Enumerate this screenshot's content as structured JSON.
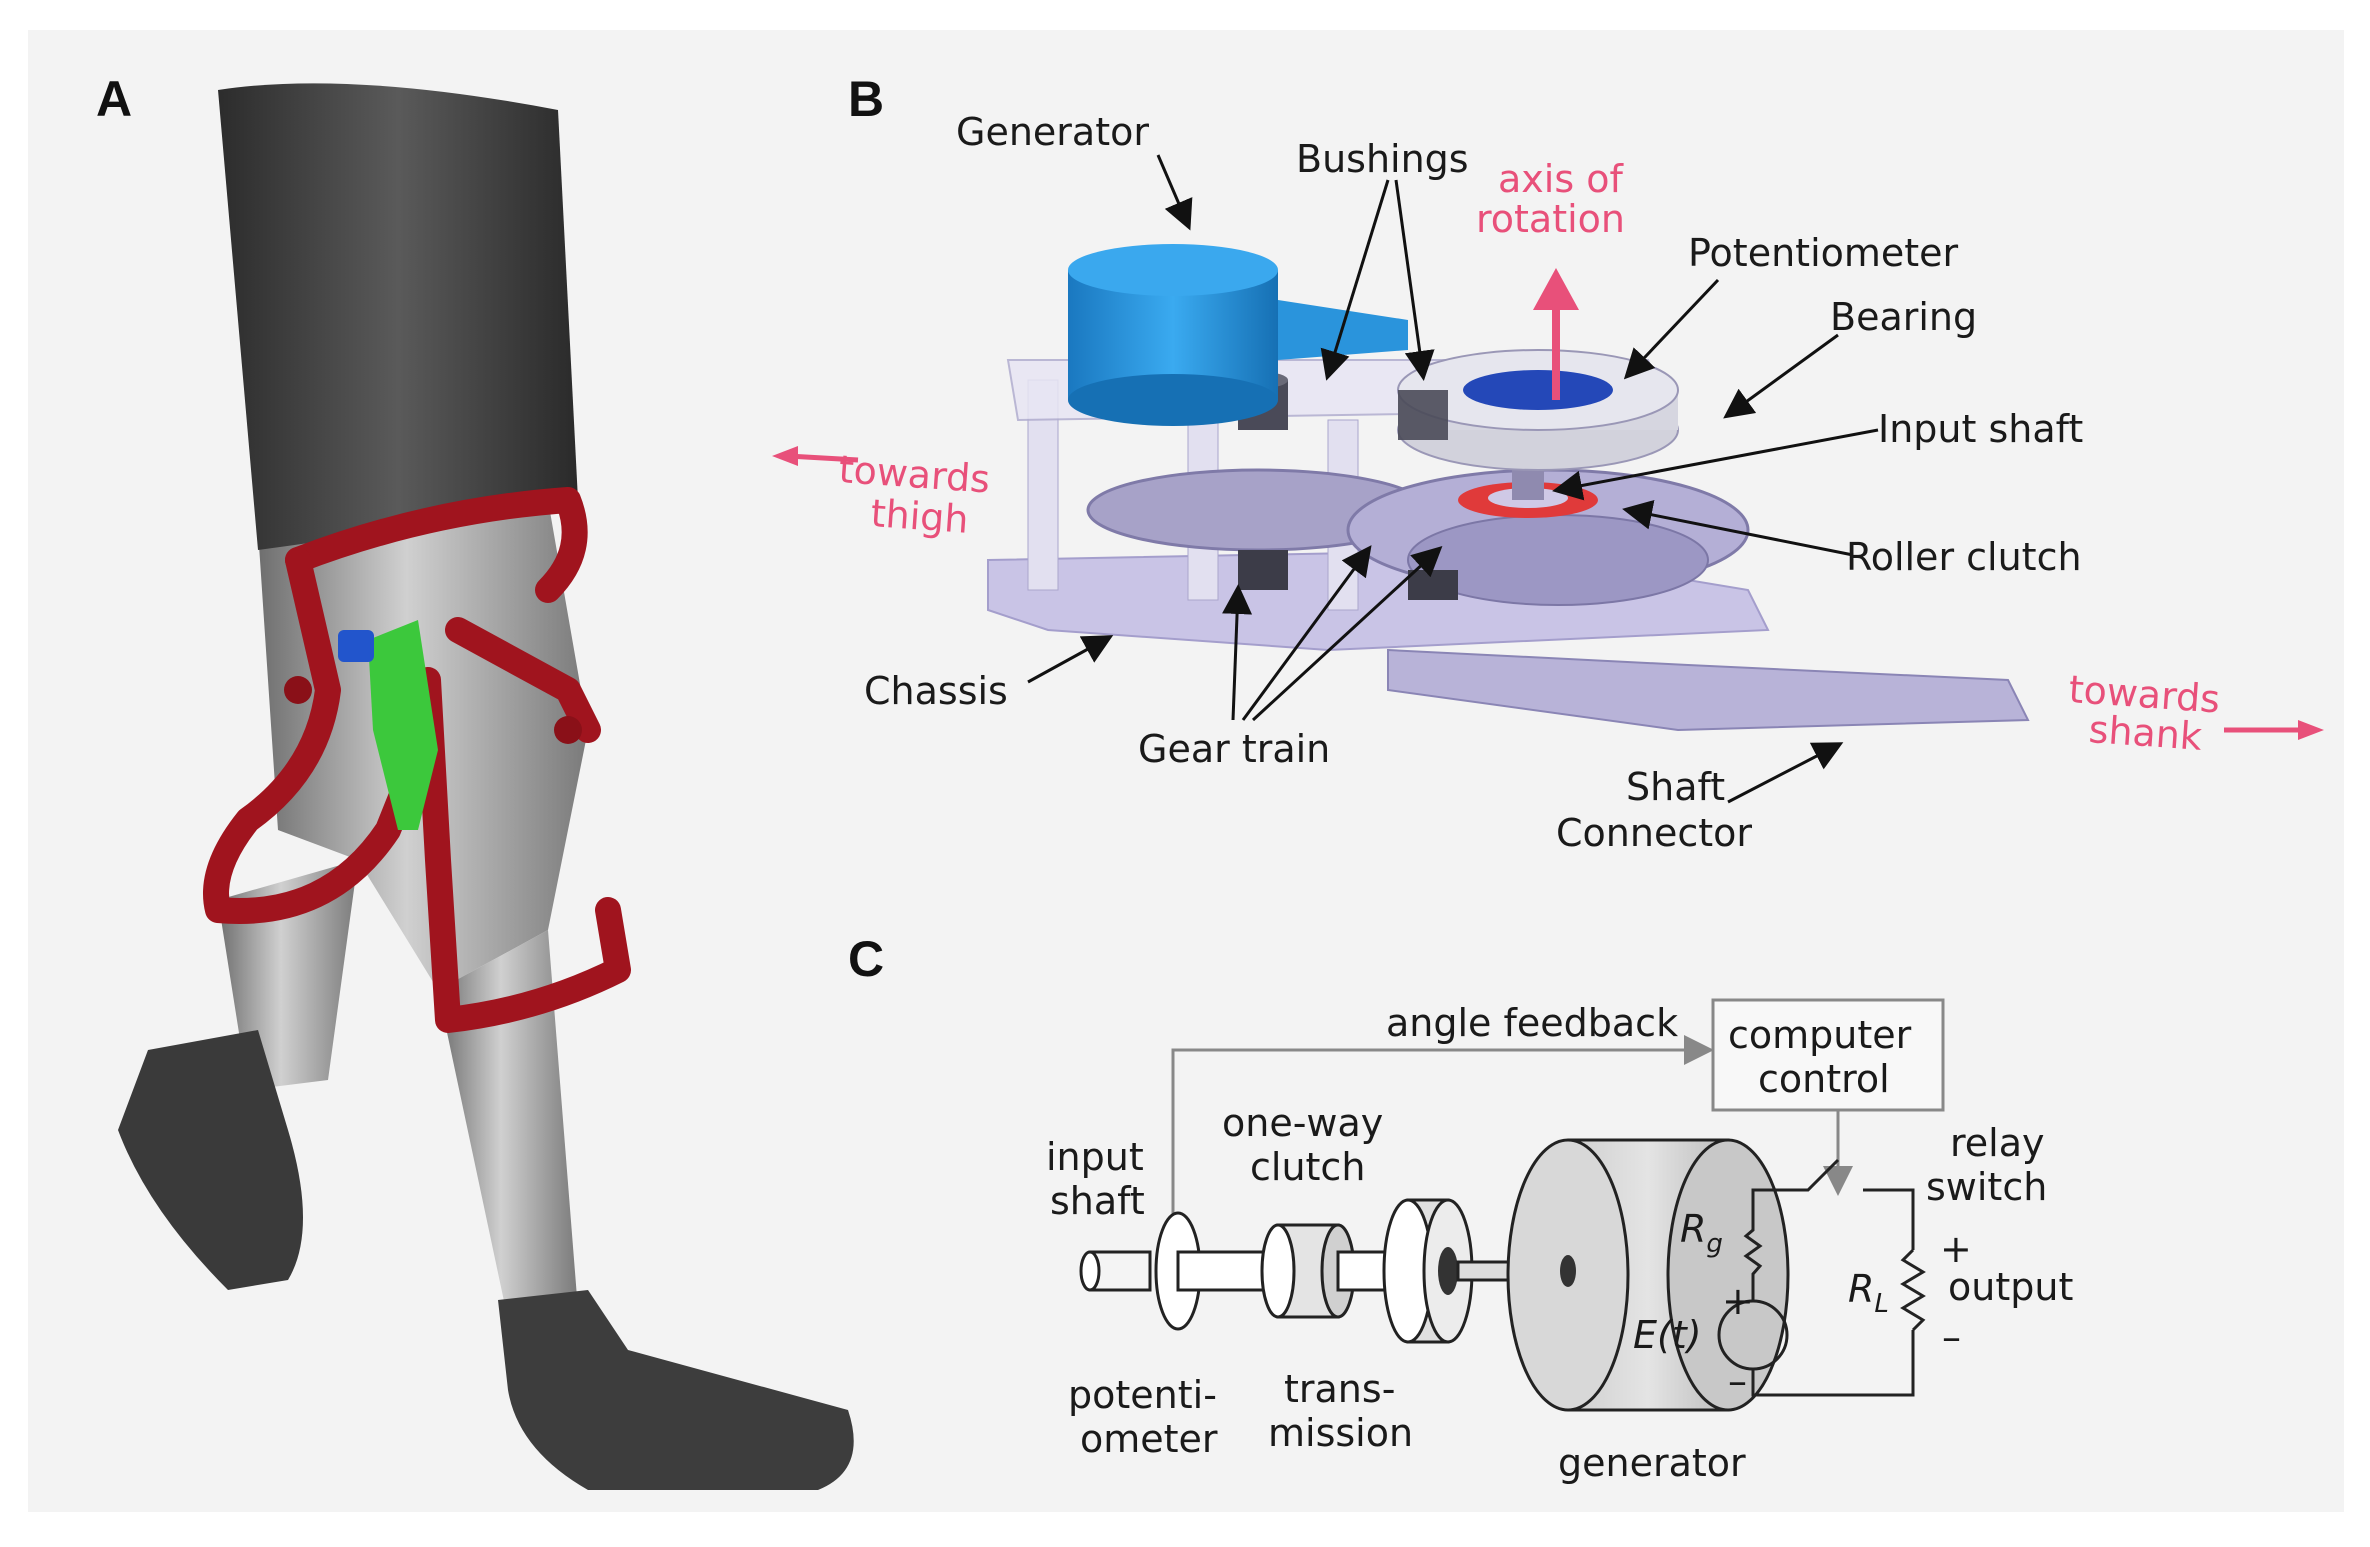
{
  "panels": {
    "a": "A",
    "b": "B",
    "c": "C"
  },
  "panel_b": {
    "generator": "Generator",
    "bushings": "Bushings",
    "axis_line1": "axis of",
    "axis_line2": "rotation",
    "potentiometer": "Potentiometer",
    "bearing": "Bearing",
    "input_shaft": "Input shaft",
    "roller_clutch": "Roller clutch",
    "towards_thigh_1": "towards",
    "towards_thigh_2": "thigh",
    "towards_shank_1": "towards",
    "towards_shank_2": "shank",
    "chassis": "Chassis",
    "gear_train": "Gear train",
    "shaft_connector_1": "Shaft",
    "shaft_connector_2": "Connector"
  },
  "panel_c": {
    "angle_feedback": "angle feedback",
    "computer_1": "computer",
    "computer_2": "control",
    "relay_1": "relay",
    "relay_2": "switch",
    "input_1": "input",
    "input_2": "shaft",
    "oneway_1": "one-way",
    "oneway_2": "clutch",
    "poten_1": "potenti-",
    "poten_2": "ometer",
    "trans_1": "trans-",
    "trans_2": "mission",
    "generator": "generator",
    "rg": "R",
    "rg_sub": "g",
    "rl": "R",
    "rl_sub": "L",
    "et": "E(t)",
    "plus": "+",
    "minus": "–",
    "output": "output"
  },
  "colors": {
    "brace_red": "#a0141e",
    "device_green": "#3cc83c",
    "generator_blue": "#1e8fd8",
    "chassis_lavender": "#c8c4e4",
    "accent_pink": "#e8507a",
    "leg_gray": "#8c8c8c",
    "shorts_dark": "#3a3a3a"
  }
}
